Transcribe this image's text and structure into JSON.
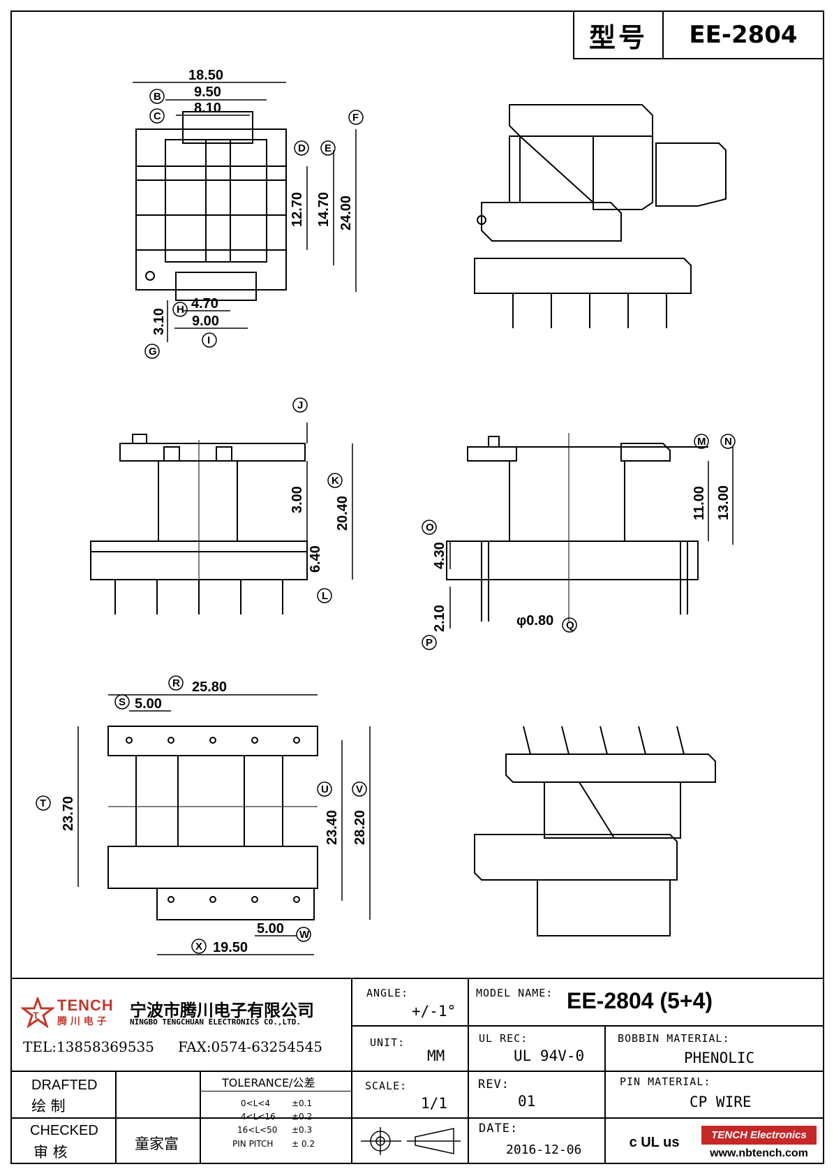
{
  "header": {
    "model_label": "型号",
    "model_value": "EE-2804"
  },
  "drawing": {
    "top_view": {
      "dims": [
        "18.50",
        "9.50",
        "8.10",
        "12.70",
        "14.70",
        "24.00",
        "4.70",
        "9.00",
        "3.10"
      ],
      "markers": [
        "B",
        "C",
        "D",
        "E",
        "F",
        "H",
        "G",
        "I"
      ]
    },
    "front_view": {
      "dims": [
        "3.00",
        "20.40",
        "6.40"
      ],
      "markers": [
        "J",
        "K",
        "L"
      ]
    },
    "side_view": {
      "dims": [
        "11.00",
        "13.00",
        "4.30",
        "2.10",
        "φ0.80"
      ],
      "markers": [
        "M",
        "N",
        "O",
        "P",
        "Q"
      ]
    },
    "bottom_view": {
      "dims": [
        "25.80",
        "5.00",
        "23.70",
        "23.40",
        "28.20",
        "5.00",
        "19.50"
      ],
      "markers": [
        "R",
        "S",
        "T",
        "U",
        "V",
        "W",
        "X"
      ]
    }
  },
  "title_block": {
    "company_logo_text": "TENCH",
    "company_logo_cn": "腾 川 电 子",
    "company_cn": "宁波市腾川电子有限公司",
    "company_en": "NINGBO TENGCHUAN ELECTRONICS CO.,LTD.",
    "tel": "TEL:13858369535",
    "fax": "FAX:0574-63254545",
    "angle_label": "ANGLE:",
    "angle_value": "+/-1°",
    "model_name_label": "MODEL NAME:",
    "model_name_value": "EE-2804 (5+4)",
    "unit_label": "UNIT:",
    "unit_value": "MM",
    "ul_rec_label": "UL REC:",
    "ul_rec_value": "UL 94V-0",
    "bobbin_label": "BOBBIN MATERIAL:",
    "bobbin_value": "PHENOLIC",
    "drafted_label": "DRAFTED",
    "drafted_cn": "绘   制",
    "tolerance_label": "TOLERANCE/公差",
    "tolerance_rows": [
      {
        "range": "0<L<4",
        "value": "±0.1"
      },
      {
        "range": "4<L<16",
        "value": "±0.2"
      },
      {
        "range": "16<L<50",
        "value": "±0.3"
      },
      {
        "range": "PIN PITCH",
        "value": "± 0.2"
      }
    ],
    "scale_label": "SCALE:",
    "scale_value": "1/1",
    "rev_label": "REV:",
    "rev_value": "01",
    "pin_label": "PIN MATERIAL:",
    "pin_value": "CP WIRE",
    "checked_label": "CHECKED",
    "checked_cn": "审   核",
    "checked_by": "童家富",
    "date_label": "DATE:",
    "date_value": "2016-12-06",
    "ul_mark": "c UL us",
    "brand_badge": "TENCH Electronics",
    "website": "www.nbtench.com"
  }
}
